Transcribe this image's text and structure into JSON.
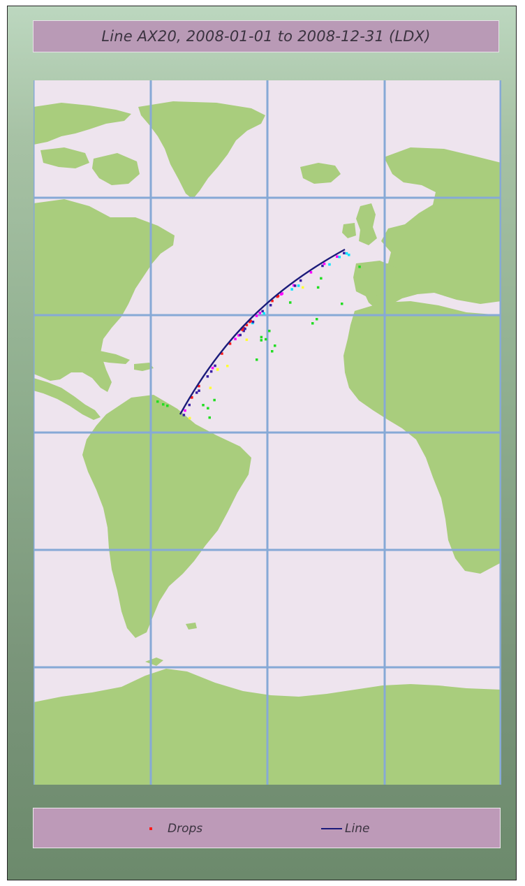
{
  "title": "Line AX20, 2008-01-01 to 2008-12-31 (LDX)",
  "legend": {
    "drops_label": "Drops",
    "line_label": "Line",
    "drops_color": "#ff1a1a",
    "line_color": "#1b1b7a"
  },
  "colors": {
    "ocean": "#eee4ee",
    "land": "#a9cd7d",
    "grid": "#86a9d6",
    "drop_palette": [
      "#ff1a1a",
      "#ff00ff",
      "#3a1ea6",
      "#00e5ff",
      "#ffff33",
      "#22dd22"
    ]
  }
}
